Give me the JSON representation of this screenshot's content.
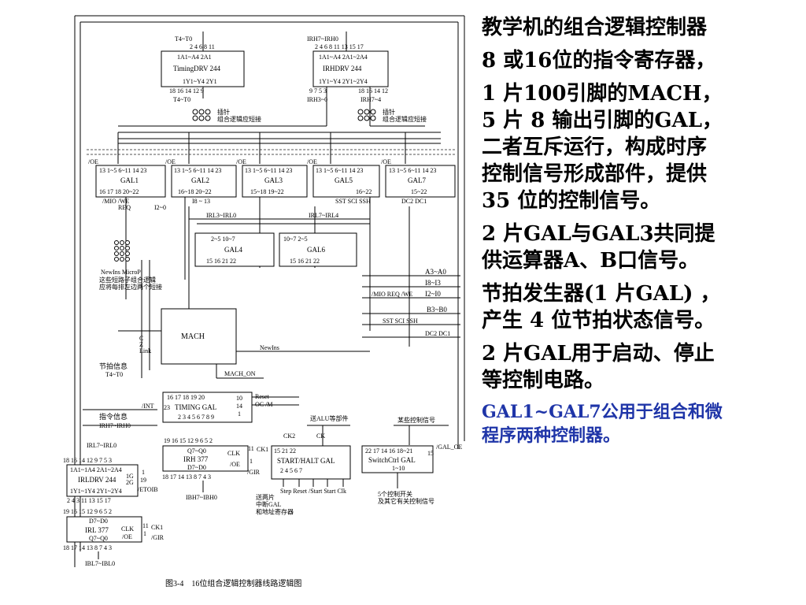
{
  "panel": {
    "title": "教学机的组合逻辑控制器",
    "p1": "8 或16位的指令寄存器，",
    "p2a": "1 片100引脚的MACH，",
    "p2b": "5 片 8 输出引脚的GAL，",
    "p2c": "二者互斥运行，构成时序",
    "p2d": "控制信号形成部件，提供",
    "p2e": "35 位的控制信号。",
    "p3a": "2 片GAL与GAL3共同提",
    "p3b": "供运算器A、B口信号。",
    "p4a": "节拍发生器(1 片GAL) ，",
    "p4b": "产生 4 位节拍状态信号。",
    "p5a": "2 片GAL用于启动、停止",
    "p5b": "等控制电路。",
    "p6a": "GAL1~GAL7公用于组合和微",
    "p6b": "程序两种控制器。",
    "accent_color": "#1f35a8"
  },
  "diagram": {
    "caption": "图3-4　16位组合逻辑控制器线路逻辑图",
    "timing_drv": {
      "name": "TimingDRV  244",
      "top_label": "T4~T0",
      "pins_in": "2  4  6  8  11",
      "pins_a": "1A1~A4   2A1",
      "pins_y": "1Y1~Y4   2Y1",
      "pins_out": "18  16  14      12  9",
      "bottom_label": "T4~T0"
    },
    "ir_hdrv": {
      "name": "IRHDRV  244",
      "top_label": "IRH7~IRH0",
      "pins_in": "2 4 6 8      11 13 15 17",
      "pins_a": "1A1~A4   2A1~2A4",
      "pins_y": "1Y1~Y4   2Y1~2Y4",
      "pins_out_l": "9  7 5 3",
      "pins_out_r": "18 16 14 12",
      "lbl_l": "IRH3~0",
      "lbl_r": "IRH7~4"
    },
    "jumper1": "插针\n组合逻辑应短接",
    "jumper2": "插针\n组合逻辑应短接",
    "gal1": {
      "oe": "/OE",
      "pins": "13  1~5   6~11 14 23",
      "name": "GAL1",
      "bottom": "16   17    18   20~22",
      "sig": "/MIO     /WE",
      "sig2": "REQ",
      "extra": "I2~0"
    },
    "gal2": {
      "oe": "/OE",
      "pins": "13  1~5   6~11 14 23",
      "name": "GAL2",
      "bottom": "16~18   20~22",
      "extra": "I8 ~ 13"
    },
    "gal3": {
      "oe": "/OE",
      "pins": "13  1~5   6~11 14 23",
      "name": "GAL3",
      "bottom": "15~18      19~22"
    },
    "gal5": {
      "oe": "/OE",
      "pins": "13   1~5   6~11 14 23",
      "name": "GAL5",
      "bottom": "16~22",
      "sig": "SST    SCI    SSH"
    },
    "gal7": {
      "oe": "/OE",
      "pins": "13   1~5   6~11 14 23",
      "name": "GAL7",
      "bottom": "15~22",
      "sig": "DC2      DC1"
    },
    "irl_lbl1": "IRL3~IRL0",
    "irl_lbl2": "IRL7~IRL4",
    "gal4": {
      "pins": "2~5             10~7",
      "name": "GAL4",
      "bottom": "15 16 21 22"
    },
    "gal6": {
      "pins": "10~7             2~5",
      "name": "GAL6",
      "bottom": "15 16 21 22"
    },
    "newins_note": "NewIns       MicroP",
    "short_note": "这些短路子组合逻辑\n应将每排左边两个短接",
    "right_sigs": {
      "a": "A3~A0",
      "i": "I8~I3",
      "mio": "/MIO REQ /WE",
      "i2": "I2~I0",
      "b": "B3~B0",
      "sst": "SST      SCI         SSH",
      "dc": "DC2   DC1"
    },
    "mach": {
      "name": "MACH",
      "c": "C",
      "z": "Z",
      "link": "Link",
      "newins": "NewIns",
      "mach_on": "MACH_ON"
    },
    "timing_gal": {
      "name": "TIMING  GAL",
      "pins_top": "16    17 18 19 20",
      "pins_bot": "2  3 4 5    6 7 8 9",
      "int": "/INT",
      "p23": "23",
      "p10": "10",
      "p14": "14",
      "p1": "1",
      "reset": "Reset",
      "oc": "OC  /M"
    },
    "node_lbl": {
      "jp": "节拍信息",
      "t4": "T4~T0",
      "zl": "指令信息",
      "irh": "IRH7~IRH0",
      "alu": "送ALU等部件",
      "ctrl": "某些控制信号"
    },
    "irh377": {
      "name": "IRH    377",
      "q": "Q7~Q0",
      "d": "D7~D0",
      "pins_top": "19 16 15 12        9  6  5  2",
      "pins_bot": "18 17 14 13            8  7  4  3",
      "clk": "CLK",
      "oe": "/OE",
      "p11": "11",
      "p1": "1",
      "ck1": "CK1",
      "gir": "/GIR",
      "lbl": "IBH7~IBH0"
    },
    "start_halt": {
      "name": "START/HALT  GAL",
      "ck2": "CK2",
      "ck": "CK",
      "pins_top": "15          21          22",
      "pins_bot": "2       4       5       6       7",
      "sigs": "Step   Reset  /Start  Start  Clk"
    },
    "switch_gal": {
      "name": "SwitchCtrl GAL",
      "pins_top": "22  17  14   16   18~21",
      "range": "1~10",
      "p15": "15",
      "gal_oe": "/GAL_OE"
    },
    "notes": {
      "send": "送两片\n中断GAL\n和地址寄存器",
      "switch5": "5个控制开关\n及其它有关控制信号"
    },
    "irl_drv": {
      "name": "IRLDRV  244",
      "top": "IRL7~IRL0",
      "pins_in": "18 16 14 12      9  7  5  3",
      "pins_a": "1A1~1A4    2A1~2A4",
      "pins_y": "1Y1~1Y4   2Y1~2Y4",
      "pins_out": "2  4      3       11  13 15  17",
      "g1": "1G",
      "g2": "2G",
      "p1": "1",
      "p19": "19",
      "etoib": "/ETOIB"
    },
    "irl377": {
      "name": "IRL 377",
      "q": "Q7~Q0",
      "d": "D7~D0",
      "pins_top": "19 16 15 12      9  6  5  2",
      "pins_bot": "18 17 14 13           8  7  4  3",
      "clk": "CLK",
      "oe": "/OE",
      "p11": "11",
      "p1": "1",
      "ck1": "CK1",
      "gir": "/GIR",
      "lbl": "IBL7~IBL0"
    }
  }
}
